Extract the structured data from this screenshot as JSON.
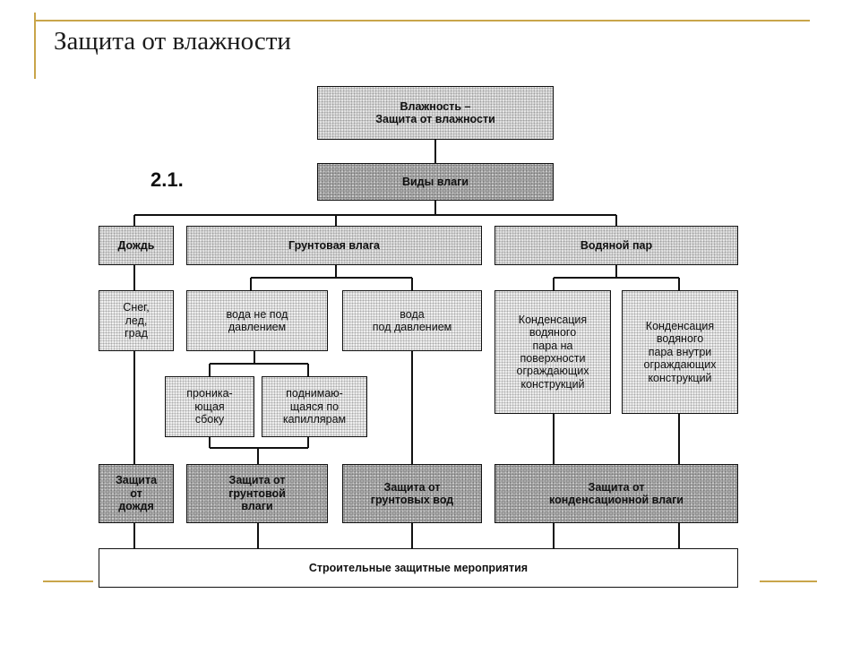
{
  "slide": {
    "title": "Защита от влажности",
    "figure_number": "2.1."
  },
  "colors": {
    "accent": "#c9a54a",
    "box_border": "#111111"
  },
  "diagram": {
    "root": {
      "line1": "Влажность –",
      "line2": "Защита от влажности"
    },
    "types": "Виды влаги",
    "rain": "Дождь",
    "ground": "Грунтовая влага",
    "vapor": "Водяной пар",
    "snow": {
      "line1": "Снег,",
      "line2": "лед,",
      "line3": "град"
    },
    "water_no_pressure": {
      "line1": "вода не под",
      "line2": "давлением"
    },
    "water_pressure": {
      "line1": "вода",
      "line2": "под давлением"
    },
    "cond_surface": {
      "line1": "Конденсация",
      "line2": "водяного",
      "line3": "пара на",
      "line4": "поверхности",
      "line5": "ограждающих",
      "line6": "конструкций"
    },
    "cond_inside": {
      "line1": "Конденсация",
      "line2": "водяного",
      "line3": "пара внутри",
      "line4": "ограждающих",
      "line5": "конструкций"
    },
    "seeping": {
      "line1": "проника-",
      "line2": "ющая",
      "line3": "сбоку"
    },
    "capillary": {
      "line1": "поднимаю-",
      "line2": "щаяся по",
      "line3": "капиллярам"
    },
    "protect_rain": {
      "line1": "Защита",
      "line2": "от",
      "line3": "дождя"
    },
    "protect_ground": {
      "line1": "Защита от",
      "line2": "грунтовой",
      "line3": "влаги"
    },
    "protect_groundwater": {
      "line1": "Защита от",
      "line2": "грунтовых вод"
    },
    "protect_condensation": {
      "line1": "Защита от",
      "line2": "конденсационной влаги"
    },
    "measures": "Строительные защитные мероприятия"
  }
}
